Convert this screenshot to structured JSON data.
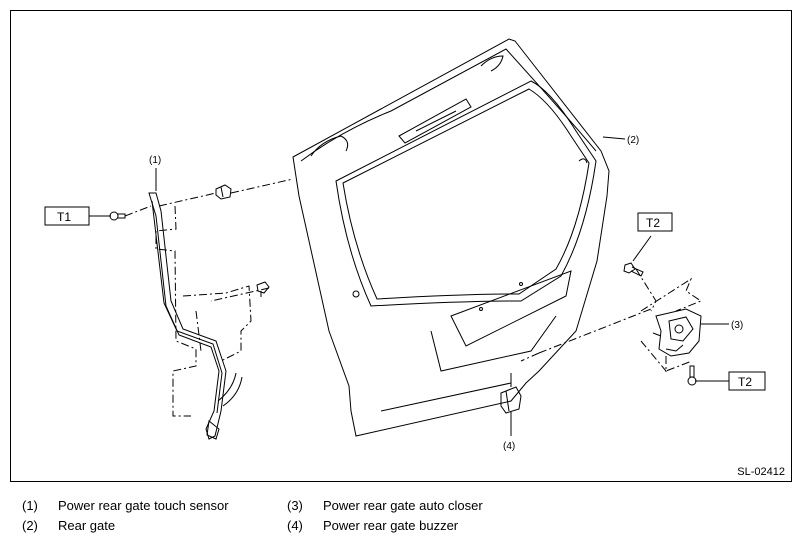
{
  "callouts": {
    "c1": "(1)",
    "c2": "(2)",
    "c3": "(3)",
    "c4": "(4)"
  },
  "torque_labels": {
    "t1": "T1",
    "t2_upper": "T2",
    "t2_lower": "T2"
  },
  "figure_id": "SL-02412",
  "legend": [
    {
      "num": "(1)",
      "text": "Power rear gate touch sensor"
    },
    {
      "num": "(2)",
      "text": "Rear gate"
    },
    {
      "num": "(3)",
      "text": "Power rear gate auto closer"
    },
    {
      "num": "(4)",
      "text": "Power rear gate buzzer"
    }
  ]
}
